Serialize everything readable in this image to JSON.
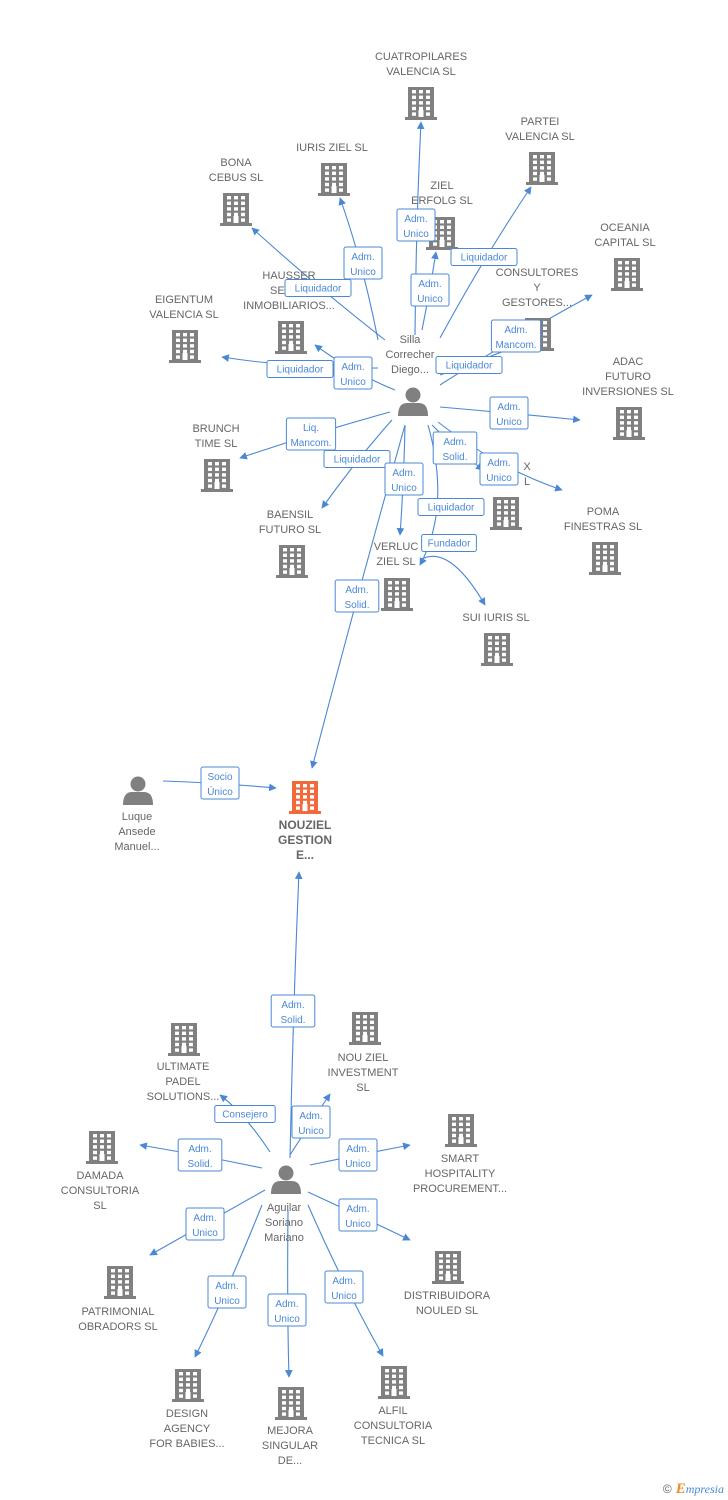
{
  "main_company": {
    "lines": [
      "NOUZIEL",
      "GESTION",
      "E..."
    ],
    "color": "#f26a3b"
  },
  "people": [
    {
      "id": "silla",
      "lines": [
        "Silla",
        "Correcher",
        "Diego..."
      ]
    },
    {
      "id": "luque",
      "lines": [
        "Luque",
        "Ansede",
        "Manuel..."
      ]
    },
    {
      "id": "aguilar",
      "lines": [
        "Aguilar",
        "Soriano",
        "Mariano"
      ]
    }
  ],
  "companies": [
    {
      "id": "cuatropilares",
      "lines": [
        "CUATROPILARES",
        "VALENCIA  SL"
      ]
    },
    {
      "id": "partei",
      "lines": [
        "PARTEI",
        "VALENCIA  SL"
      ]
    },
    {
      "id": "iuris",
      "lines": [
        "IURIS ZIEL  SL"
      ]
    },
    {
      "id": "bona",
      "lines": [
        "BONA",
        "CEBUS SL"
      ]
    },
    {
      "id": "zielerfolg",
      "lines": [
        "ZIEL",
        "ERFOLG  SL"
      ]
    },
    {
      "id": "oceania",
      "lines": [
        "OCEANIA",
        "CAPITAL  SL"
      ]
    },
    {
      "id": "consultores",
      "lines": [
        "CONSULTORES",
        "Y",
        "GESTORES..."
      ]
    },
    {
      "id": "hausser",
      "lines": [
        "HAUSSER",
        "SERV...",
        "INMOBILIARIOS..."
      ]
    },
    {
      "id": "eigentum",
      "lines": [
        "EIGENTUM",
        "VALENCIA  SL"
      ]
    },
    {
      "id": "adac",
      "lines": [
        "ADAC",
        "FUTURO",
        "INVERSIONES SL"
      ]
    },
    {
      "id": "brunch",
      "lines": [
        "BRUNCH",
        "TIME SL"
      ]
    },
    {
      "id": "x",
      "lines": [
        "X",
        "L"
      ]
    },
    {
      "id": "poma",
      "lines": [
        "POMA",
        "FINESTRAS SL"
      ]
    },
    {
      "id": "baensil",
      "lines": [
        "BAENSIL",
        "FUTURO SL"
      ]
    },
    {
      "id": "verluc",
      "lines": [
        "VERLUC",
        "ZIEL  SL"
      ]
    },
    {
      "id": "suiiuris",
      "lines": [
        "SUI IURIS SL"
      ]
    },
    {
      "id": "ultimate",
      "lines": [
        "ULTIMATE",
        "PADEL",
        "SOLUTIONS..."
      ]
    },
    {
      "id": "nouziel",
      "lines": [
        "NOU ZIEL",
        "INVESTMENT",
        "SL"
      ]
    },
    {
      "id": "damada",
      "lines": [
        "DAMADA",
        "CONSULTORIA",
        "SL"
      ]
    },
    {
      "id": "smart",
      "lines": [
        "SMART",
        "HOSPITALITY",
        "PROCUREMENT..."
      ]
    },
    {
      "id": "patrimonial",
      "lines": [
        "PATRIMONIAL",
        "OBRADORS  SL"
      ]
    },
    {
      "id": "distribuidora",
      "lines": [
        "DISTRIBUIDORA",
        "NOULED SL"
      ]
    },
    {
      "id": "design",
      "lines": [
        "DESIGN",
        "AGENCY",
        "FOR BABIES..."
      ]
    },
    {
      "id": "mejora",
      "lines": [
        "MEJORA",
        "SINGULAR",
        "DE..."
      ]
    },
    {
      "id": "alfil",
      "lines": [
        "ALFIL",
        "CONSULTORIA",
        "TECNICA  SL"
      ]
    }
  ],
  "relations": [
    {
      "from": "silla",
      "to": "cuatropilares",
      "lines": [
        "Adm.",
        "Unico"
      ]
    },
    {
      "from": "silla",
      "to": "iuris",
      "lines": [
        "Adm.",
        "Unico"
      ]
    },
    {
      "from": "silla",
      "to": "bona",
      "lines": [
        "Liquidador"
      ]
    },
    {
      "from": "silla",
      "to": "partei",
      "lines": [
        "Liquidador"
      ]
    },
    {
      "from": "silla",
      "to": "zielerfolg",
      "lines": [
        "Adm.",
        "Unico"
      ]
    },
    {
      "from": "silla",
      "to": "oceania",
      "lines": [
        "Adm.",
        "Mancom."
      ]
    },
    {
      "from": "silla",
      "to": "consultores",
      "lines": [
        "Liquidador"
      ]
    },
    {
      "from": "silla",
      "to": "eigentum",
      "lines": [
        "Liquidador"
      ]
    },
    {
      "from": "silla",
      "to": "hausser",
      "lines": [
        "Adm.",
        "Unico"
      ]
    },
    {
      "from": "silla",
      "to": "adac",
      "lines": [
        "Adm.",
        "Unico"
      ]
    },
    {
      "from": "silla",
      "to": "brunch",
      "lines": [
        "Liq.",
        "Mancom."
      ]
    },
    {
      "from": "silla",
      "to": "baensil",
      "lines": [
        "Liquidador"
      ]
    },
    {
      "from": "silla",
      "to": "verluc",
      "lines": [
        "Adm.",
        "Unico"
      ]
    },
    {
      "from": "silla",
      "to": "x",
      "lines": [
        "Adm.",
        "Solid."
      ]
    },
    {
      "from": "silla",
      "to": "poma",
      "lines": [
        "Adm.",
        "Unico"
      ]
    },
    {
      "from": "silla",
      "to": "verluc2",
      "lines": [
        "Liquidador"
      ]
    },
    {
      "from": "silla",
      "to": "suiiuris",
      "lines": [
        "Fundador"
      ]
    },
    {
      "from": "silla",
      "to": "main",
      "lines": [
        "Adm.",
        "Solid."
      ]
    },
    {
      "from": "luque",
      "to": "main",
      "lines": [
        "Socio",
        "Único"
      ]
    },
    {
      "from": "aguilar",
      "to": "main",
      "lines": [
        "Adm.",
        "Solid."
      ]
    },
    {
      "from": "aguilar",
      "to": "ultimate",
      "lines": [
        "Consejero"
      ]
    },
    {
      "from": "aguilar",
      "to": "nouziel",
      "lines": [
        "Adm.",
        "Unico"
      ]
    },
    {
      "from": "aguilar",
      "to": "damada",
      "lines": [
        "Adm.",
        "Solid."
      ]
    },
    {
      "from": "aguilar",
      "to": "smart",
      "lines": [
        "Adm.",
        "Unico"
      ]
    },
    {
      "from": "aguilar",
      "to": "patrimonial",
      "lines": [
        "Adm.",
        "Unico"
      ]
    },
    {
      "from": "aguilar",
      "to": "distribuidora",
      "lines": [
        "Adm.",
        "Unico"
      ]
    },
    {
      "from": "aguilar",
      "to": "design",
      "lines": [
        "Adm.",
        "Unico"
      ]
    },
    {
      "from": "aguilar",
      "to": "mejora",
      "lines": [
        "Adm.",
        "Unico"
      ]
    },
    {
      "from": "aguilar",
      "to": "alfil",
      "lines": [
        "Adm.",
        "Unico"
      ]
    }
  ],
  "footer": {
    "copyright": "©",
    "brand_first": "E",
    "brand_rest": "mpresia"
  },
  "colors": {
    "edge": "#4a88d6",
    "node": "#808080",
    "main": "#f26a3b"
  }
}
